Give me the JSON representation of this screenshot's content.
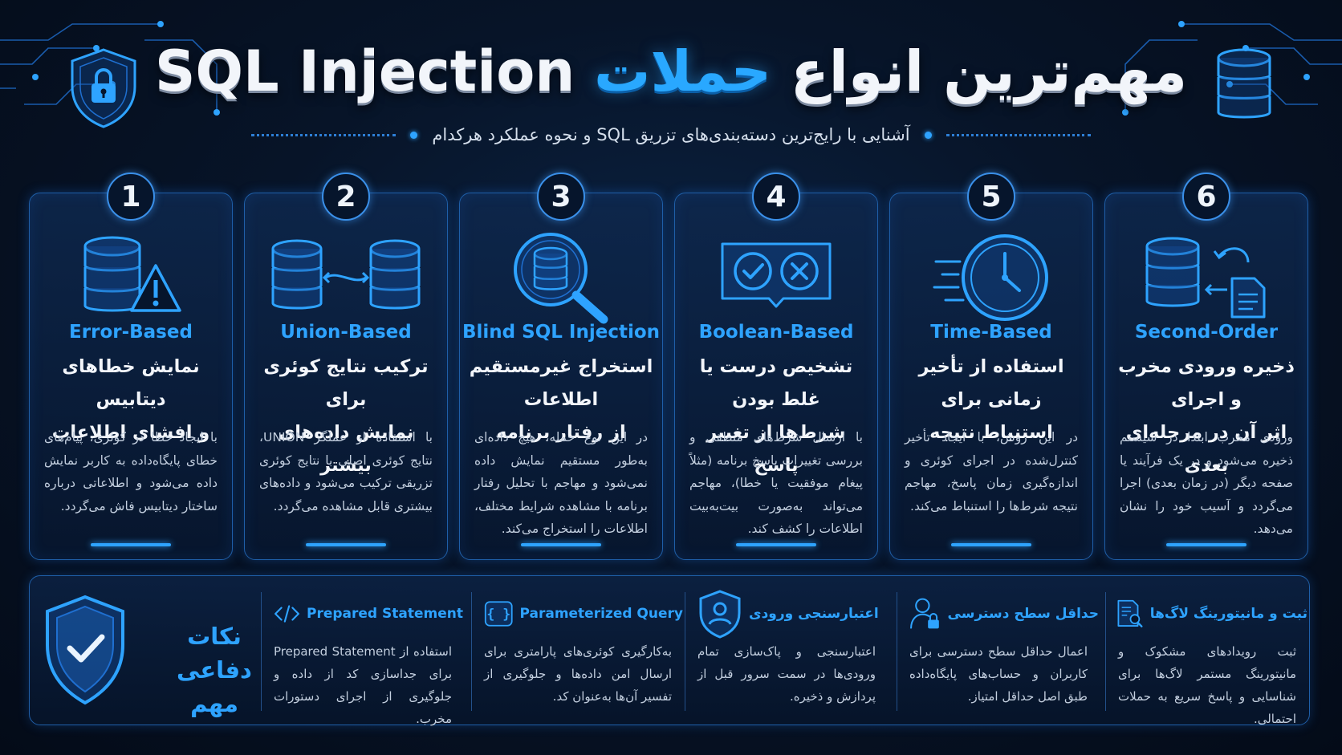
{
  "header": {
    "title_latin": "SQL Injection",
    "title_accent": "حملات",
    "title_lead": "مهم‌ترین انواع",
    "subtitle": "آشنایی با رایج‌ترین دسته‌بندی‌های تزریق SQL و نحوه عملکرد هرکدام"
  },
  "colors": {
    "accent": "#2ea3ff",
    "border": "#1f5fa8",
    "background": "#071428",
    "text": "#dfe8f5"
  },
  "cards": [
    {
      "number": "1",
      "icon": "database-warning-icon",
      "title_en": "Error-Based",
      "title_fa_1": "نمایش خطاهای دیتابیس",
      "title_fa_2": "و افشای اطلاعات",
      "desc": "با ایجاد خطا در کوئری، پیام‌های خطای پایگاه‌داده به کاربر نمایش داده می‌شود و اطلاعاتی درباره ساختار دیتابیس فاش می‌گردد."
    },
    {
      "number": "2",
      "icon": "database-union-icon",
      "title_en": "Union-Based",
      "title_fa_1": "ترکیب نتایج کوئری برای",
      "title_fa_2": "نمایش داده‌های بیشتر",
      "desc": "با استفاده از عملگر UNION، نتایج کوئری اصلی با نتایج کوئری تزریقی ترکیب می‌شود و داده‌های بیشتری قابل مشاهده می‌گردد."
    },
    {
      "number": "3",
      "icon": "database-magnifier-icon",
      "title_en": "Blind SQL Injection",
      "title_fa_1": "استخراج غیرمستقیم اطلاعات",
      "title_fa_2": "از رفتار برنامه",
      "desc": "در این نوع حمله، هیچ داده‌ای به‌طور مستقیم نمایش داده نمی‌شود و مهاجم با تحلیل رفتار برنامه با مشاهده شرایط مختلف، اطلاعات را استخراج می‌کند."
    },
    {
      "number": "4",
      "icon": "check-cross-icon",
      "title_en": "Boolean-Based",
      "title_fa_1": "تشخیص درست یا غلط بودن",
      "title_fa_2": "شرط‌ها از تغییر پاسخ",
      "desc": "با ارسال شرط‌های منطقی و بررسی تغییرات پاسخ برنامه (مثلاً پیغام موفقیت یا خطا)، مهاجم می‌تواند به‌صورت بیت‌به‌بیت اطلاعات را کشف کند."
    },
    {
      "number": "5",
      "icon": "clock-icon",
      "title_en": "Time-Based",
      "title_fa_1": "استفاده از تأخیر زمانی برای",
      "title_fa_2": "استنباط نتیجه",
      "desc": "در این روش، با ایجاد تأخیر کنترل‌شده در اجرای کوئری و اندازه‌گیری زمان پاسخ، مهاجم نتیجه شرط‌ها را استنباط می‌کند."
    },
    {
      "number": "6",
      "icon": "database-document-icon",
      "title_en": "Second-Order",
      "title_fa_1": "ذخیره ورودی مخرب و اجرای",
      "title_fa_2": "اثر آن در مرحله‌ای بعدی",
      "desc": "ورودی مخرب ابتدا در سیستم ذخیره می‌شود و در یک فرآیند یا صفحه دیگر (در زمان بعدی) اجرا می‌گردد و آسیب خود را نشان می‌دهد."
    }
  ],
  "defense": {
    "title_1": "نکات دفاعی",
    "title_2": "مهم",
    "tips": [
      {
        "icon": "code-icon",
        "label": "Prepared Statement",
        "desc": "استفاده از Prepared Statement برای جداسازی کد از داده و جلوگیری از اجرای دستورات مخرب."
      },
      {
        "icon": "braces-icon",
        "label": "Parameterized Query",
        "desc": "به‌کارگیری کوئری‌های پارامتری برای ارسال امن داده‌ها و جلوگیری از تفسیر آن‌ها به‌عنوان کد."
      },
      {
        "icon": "user-shield-icon",
        "label": "اعتبارسنجی ورودی",
        "desc": "اعتبارسنجی و پاک‌سازی تمام ورودی‌ها در سمت سرور قبل از پردازش و ذخیره."
      },
      {
        "icon": "user-lock-icon",
        "label": "حداقل سطح دسترسی",
        "desc": "اعمال حداقل سطح دسترسی برای کاربران و حساب‌های پایگاه‌داده طبق اصل حداقل امتیاز."
      },
      {
        "icon": "log-search-icon",
        "label": "ثبت و مانیتورینگ لاگ‌ها",
        "desc": "ثبت رویدادهای مشکوک و مانیتورینگ مستمر لاگ‌ها برای شناسایی و پاسخ سریع به حملات احتمالی."
      }
    ]
  }
}
